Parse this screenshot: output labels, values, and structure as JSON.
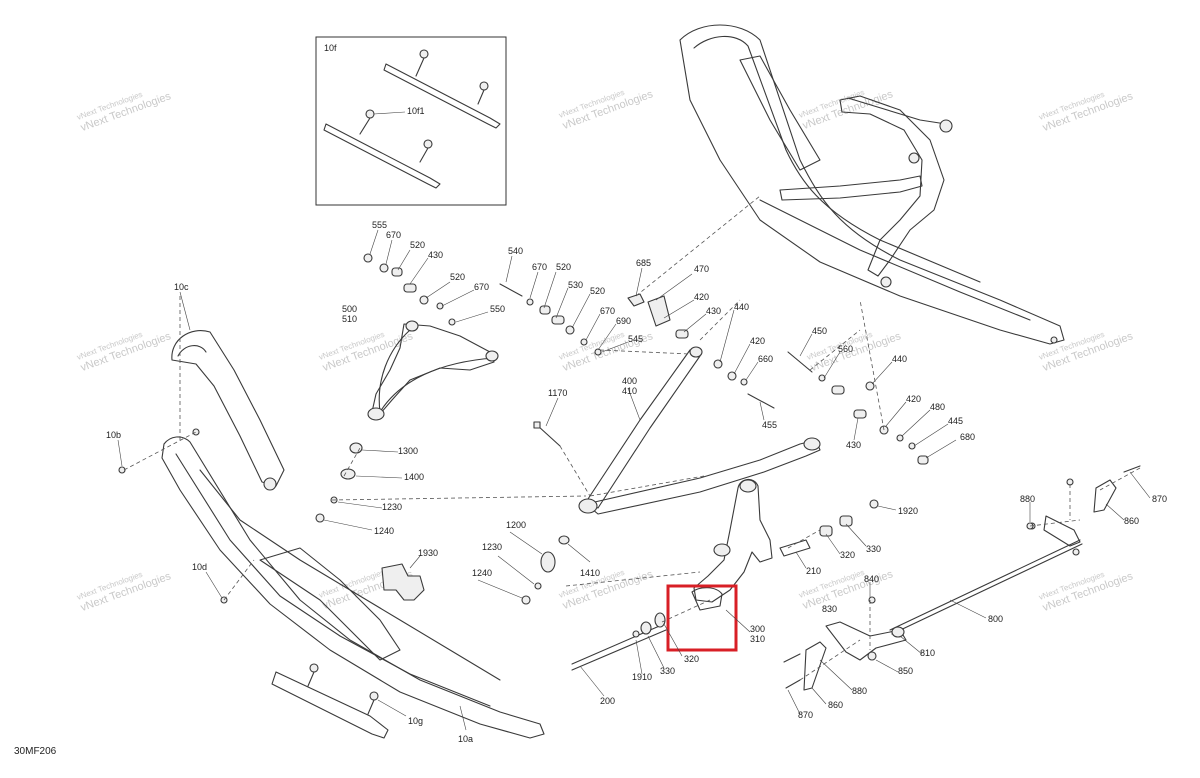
{
  "diagram": {
    "code": "30MF206",
    "watermark": "vNext Technologies",
    "inset_labels": [
      "10f",
      "10f1"
    ],
    "highlight_color": "#d81f26",
    "labels": {
      "10c": "10c",
      "10b": "10b",
      "10d": "10d",
      "10g": "10g",
      "10a": "10a",
      "555": "555",
      "670a": "670",
      "520a": "520",
      "430a": "430",
      "520b": "520",
      "670b": "670",
      "500": "500",
      "510": "510",
      "550": "550",
      "540": "540",
      "670c": "670",
      "520c": "520",
      "530": "530",
      "520d": "520",
      "670d": "670",
      "690": "690",
      "545": "545",
      "685": "685",
      "470": "470",
      "420a": "420",
      "430b": "430",
      "440a": "440",
      "420b": "420",
      "660": "660",
      "455": "455",
      "400": "400",
      "410": "410",
      "1170": "1170",
      "450": "450",
      "560": "560",
      "440b": "440",
      "420c": "420",
      "480": "480",
      "445": "445",
      "430c": "430",
      "680": "680",
      "1300": "1300",
      "1400": "1400",
      "1230a": "1230",
      "1240a": "1240",
      "1200": "1200",
      "1230b": "1230",
      "1410": "1410",
      "1240b": "1240",
      "1930a": "1930",
      "1920": "1920",
      "330a": "330",
      "320a": "320",
      "210": "210",
      "300": "300",
      "310": "310",
      "320b": "320",
      "330b": "330",
      "1910": "1910",
      "200": "200",
      "840": "840",
      "830": "830",
      "810": "810",
      "850": "850",
      "880a": "880",
      "860a": "860",
      "870a": "870",
      "880b": "880",
      "870b": "870",
      "860b": "860",
      "800": "800"
    }
  }
}
